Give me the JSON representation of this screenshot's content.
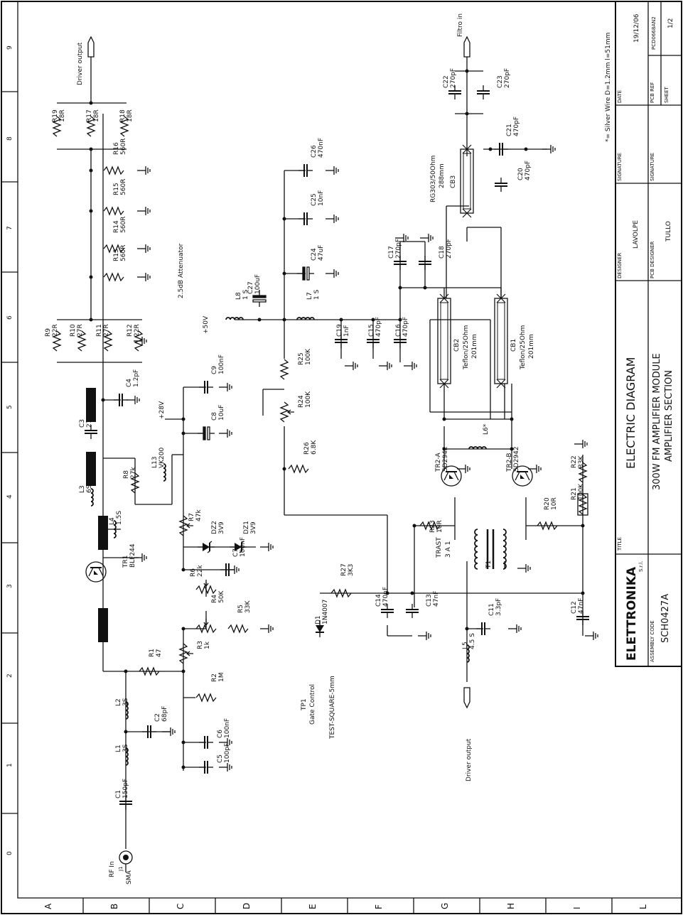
{
  "frame": {
    "columns": [
      "0",
      "1",
      "2",
      "3",
      "4",
      "5",
      "6",
      "7",
      "8",
      "9"
    ],
    "rows": [
      "A",
      "B",
      "C",
      "D",
      "E",
      "F",
      "G",
      "H",
      "I",
      "L"
    ]
  },
  "components": [
    {
      "id": "c1",
      "ref": "C1",
      "value": "150pF"
    },
    {
      "id": "l1",
      "ref": "L1",
      "value": "3S"
    },
    {
      "id": "l2",
      "ref": "L2",
      "value": "3S"
    },
    {
      "id": "c2",
      "ref": "C2",
      "value": "68pF"
    },
    {
      "id": "r1",
      "ref": "R1",
      "value": "47"
    },
    {
      "id": "r2",
      "ref": "R2",
      "value": "1M"
    },
    {
      "id": "r3",
      "ref": "R3",
      "value": "1k"
    },
    {
      "id": "r4",
      "ref": "R4",
      "value": "50K"
    },
    {
      "id": "r5",
      "ref": "R5",
      "value": "33K"
    },
    {
      "id": "r6",
      "ref": "R6",
      "value": "22k"
    },
    {
      "id": "r7",
      "ref": "R7",
      "value": "47k"
    },
    {
      "id": "r8",
      "ref": "R8",
      "value": "27k"
    },
    {
      "id": "c5",
      "ref": "C5",
      "value": "100pF"
    },
    {
      "id": "c6",
      "ref": "C6",
      "value": "100nF"
    },
    {
      "id": "c7",
      "ref": "C7",
      "value": "100nF"
    },
    {
      "id": "c8",
      "ref": "C8",
      "value": "10uF"
    },
    {
      "id": "c9",
      "ref": "C9",
      "value": "100nF"
    },
    {
      "id": "dz1",
      "ref": "DZ1",
      "value": "3V9"
    },
    {
      "id": "dz2",
      "ref": "DZ2",
      "value": "3V9"
    },
    {
      "id": "l13",
      "ref": "L13",
      "value": "VK200"
    },
    {
      "id": "tr1",
      "ref": "TR1",
      "value": "BLF244"
    },
    {
      "id": "l4",
      "ref": "L4",
      "value": "1.5S"
    },
    {
      "id": "l3",
      "ref": "L3",
      "value": "6S"
    },
    {
      "id": "c3",
      "ref": "C3",
      "value": "270pF"
    },
    {
      "id": "c4",
      "ref": "C4",
      "value": "1.2pF"
    },
    {
      "id": "r9",
      "ref": "R9",
      "value": "22R"
    },
    {
      "id": "r10",
      "ref": "R10",
      "value": "27R"
    },
    {
      "id": "r11",
      "ref": "R11",
      "value": "27R"
    },
    {
      "id": "r12",
      "ref": "R12",
      "value": "22R"
    },
    {
      "id": "r13",
      "ref": "R13",
      "value": "560R"
    },
    {
      "id": "r14",
      "ref": "R14",
      "value": "560R"
    },
    {
      "id": "r15",
      "ref": "R15",
      "value": "560R"
    },
    {
      "id": "r16",
      "ref": "R16",
      "value": "560R"
    },
    {
      "id": "r17",
      "ref": "R17",
      "value": "18R"
    },
    {
      "id": "r18",
      "ref": "R18",
      "value": "18R"
    },
    {
      "id": "r19",
      "ref": "R19",
      "value": "18R"
    },
    {
      "id": "l8",
      "ref": "L8",
      "value": "1 S"
    },
    {
      "id": "c27",
      "ref": "C27",
      "value": "100uF"
    },
    {
      "id": "l7",
      "ref": "L7",
      "value": "1 S"
    },
    {
      "id": "c24",
      "ref": "C24",
      "value": "47uF"
    },
    {
      "id": "c25",
      "ref": "C25",
      "value": "10nF"
    },
    {
      "id": "c26",
      "ref": "C26",
      "value": "470nF"
    },
    {
      "id": "c19",
      "ref": "C19",
      "value": "1nF"
    },
    {
      "id": "c15",
      "ref": "C15",
      "value": "470pF"
    },
    {
      "id": "c16",
      "ref": "C16",
      "value": "470pF"
    },
    {
      "id": "r24",
      "ref": "R24",
      "value": "100K"
    },
    {
      "id": "r25",
      "ref": "R25",
      "value": "100K"
    },
    {
      "id": "r26",
      "ref": "R26",
      "value": "6.8K"
    },
    {
      "id": "c17",
      "ref": "C17",
      "value": "270pF"
    },
    {
      "id": "c18",
      "ref": "C18",
      "value": "270pF"
    },
    {
      "id": "c20",
      "ref": "C20",
      "value": "470pF"
    },
    {
      "id": "c21",
      "ref": "C21",
      "value": "470pF"
    },
    {
      "id": "c22",
      "ref": "C22",
      "value": "270pF"
    },
    {
      "id": "c23",
      "ref": "C23",
      "value": "270pF"
    },
    {
      "id": "l6",
      "ref": "L6*",
      "value": ""
    },
    {
      "id": "tr2a",
      "ref": "TR2-A",
      "value": "SD2942"
    },
    {
      "id": "tr2b",
      "ref": "TR2-B",
      "value": "SD2942"
    },
    {
      "id": "r20",
      "ref": "R20",
      "value": "10R"
    },
    {
      "id": "r21",
      "ref": "R21",
      "value": "100K"
    },
    {
      "id": "r22",
      "ref": "R22",
      "value": "33K"
    },
    {
      "id": "r23",
      "ref": "R23",
      "value": "10R"
    },
    {
      "id": "r27",
      "ref": "R27",
      "value": "3K3"
    },
    {
      "id": "c11",
      "ref": "C11",
      "value": "3.3pF"
    },
    {
      "id": "c12",
      "ref": "C12",
      "value": "47nF"
    },
    {
      "id": "c13",
      "ref": "C13",
      "value": "47nF"
    },
    {
      "id": "c14",
      "ref": "C14",
      "value": "470nF"
    },
    {
      "id": "l5",
      "ref": "L5",
      "value": "4.5 S"
    },
    {
      "id": "d1",
      "ref": "D1",
      "value": "1N4007"
    },
    {
      "id": "t1",
      "ref": "T1",
      "value": "TRAST\n3 A 1"
    }
  ],
  "labels": {
    "rf_in": "RF In",
    "sma": "SMA",
    "sma_ref": "J1",
    "driver_output_top": "Driver output",
    "driver_output_bottom": "Driver output",
    "filtro_in": "Filtro in",
    "plus50v": "+50V",
    "plus28v": "+28V",
    "attenuator": "2.5dB Attenuator",
    "cb1": "CB1",
    "cb1_spec1": "Teflon/25Ohm",
    "cb1_spec2": "201mm",
    "cb2": "CB2",
    "cb2_spec1": "Teflon/25Ohm",
    "cb2_spec2": "201mm",
    "cb3": "CB3",
    "cb3_spec1": "RG303/50Ohm",
    "cb3_spec2": "288mm",
    "tp1": "TP1",
    "gate_control": "Gate Control",
    "test_square": "TEST-SQUARE-5mm",
    "silver_note": "*= Silver Wire D=1.2mm l=51mm",
    "trast": "TRAST",
    "t1_ratio": "3 A 1",
    "t1_ref": "T1"
  },
  "title_block": {
    "company": "ELETTRONIKA",
    "company_suffix": "S.r.l.",
    "assembly_code_label": "ASSEMBLY CODE",
    "assembly_code": "SCH0427A",
    "title_label": "TITLE",
    "title_main": "ELECTRIC DIAGRAM",
    "title_line2": "300W FM AMPLIFIER MODULE",
    "title_line3": "AMPLIFIER SECTION",
    "designer_label": "DESIGNER",
    "designer": "LAVOLPE",
    "pcb_designer_label": "PCB DESIGNER",
    "pcb_designer": "TULLO",
    "signature_label": "SIGNATURE",
    "signature2_label": "SIGNATURE",
    "date_label": "DATE",
    "date": "19/12/06",
    "pcb_ref_label": "PCB REF",
    "pcb_ref": "PCD0668AN2",
    "sheet_label": "SHEET",
    "sheet": "1/2"
  }
}
